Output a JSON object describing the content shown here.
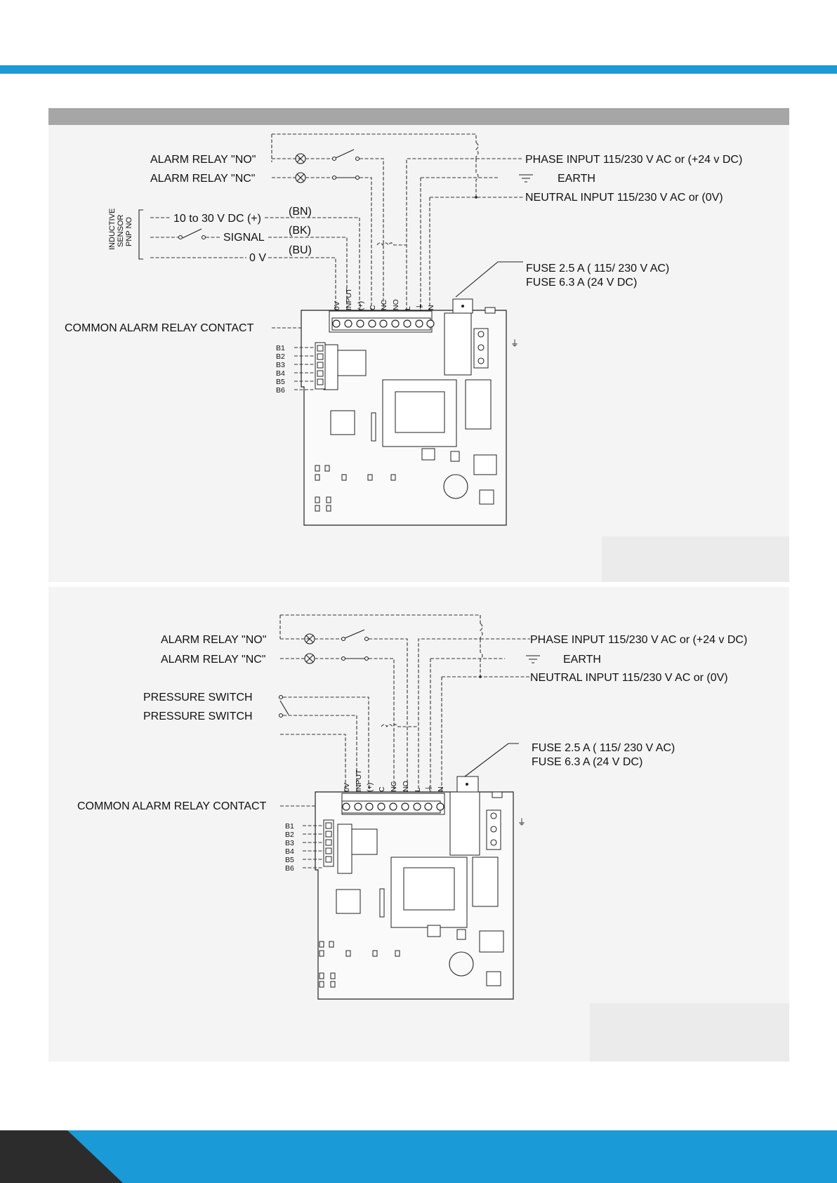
{
  "colors": {
    "accent": "#1a9ad6",
    "header_bar": "#a6a6a6",
    "panel_bg": "#f4f4f4",
    "footer_dark": "#2c2c2c"
  },
  "diagram1": {
    "alarm_no": "ALARM RELAY \"NO\"",
    "alarm_nc": "ALARM RELAY \"NC\"",
    "phase": "PHASE INPUT 115/230 V AC or (+24 v DC)",
    "earth": "EARTH",
    "neutral": "NEUTRAL INPUT 115/230  V AC or (0V)",
    "sensor_l1": "INDUCTIVE",
    "sensor_l2": "SENSOR",
    "sensor_l3": "PNP NO",
    "supply": "10 to 30 V DC (+)",
    "signal": "SIGNAL",
    "zero": "0 V",
    "bn": "(BN)",
    "bk": "(BK)",
    "bu": "(BU)",
    "fuse1": "FUSE 2.5 A ( 115/ 230 V AC)",
    "fuse2": "FUSE 6.3 A (24 V DC)",
    "common": "COMMON ALARM RELAY CONTACT"
  },
  "diagram2": {
    "alarm_no": "ALARM RELAY \"NO\"",
    "alarm_nc": "ALARM RELAY \"NC\"",
    "phase": "PHASE INPUT 115/230 V AC or (+24 v DC)",
    "earth": "EARTH",
    "neutral": "NEUTRAL INPUT 115/230  V AC or (0V)",
    "pressure1": "PRESSURE SWITCH",
    "pressure2": "PRESSURE SWITCH",
    "fuse1": "FUSE 2.5 A ( 115/ 230 V AC)",
    "fuse2": "FUSE 6.3 A (24 V DC)",
    "common": "COMMON ALARM RELAY CONTACT"
  },
  "terminals": [
    "0V",
    "INPUT",
    "(+)",
    "C",
    "NC",
    "NO",
    "L",
    "⏚",
    "N"
  ],
  "b_labels": [
    "B1",
    "B2",
    "B3",
    "B4",
    "B5",
    "B6"
  ]
}
